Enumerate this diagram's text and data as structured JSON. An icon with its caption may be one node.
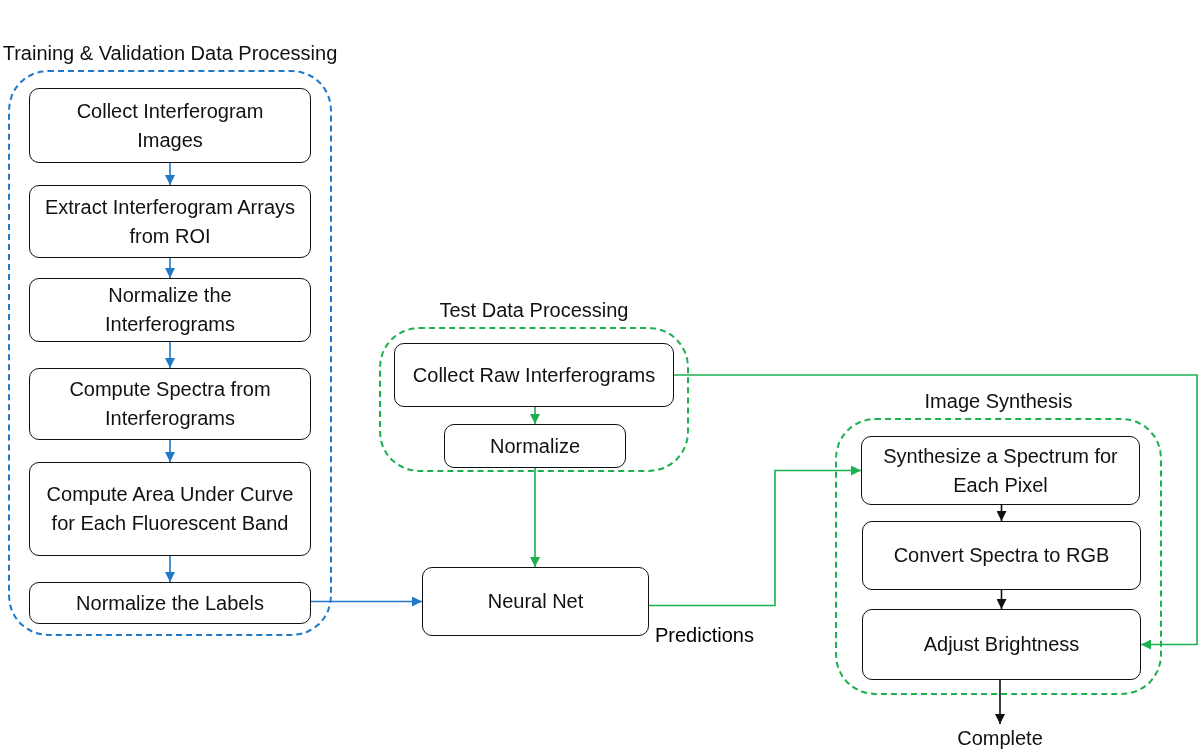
{
  "diagram": {
    "nodes": [
      {
        "text": [
          "Training & Validation Data Processing"
        ]
      },
      {
        "text": [
          "Collect Interferogram Images"
        ],
        "in": 0
      },
      {
        "text": [
          "Extract Interferogram Arrays from ROI"
        ],
        "in": 0
      },
      {
        "text": [
          "Normalize the Interferograms"
        ],
        "in": 0
      },
      {
        "text": [
          "Compute Spectra from Interferograms"
        ],
        "in": 0
      },
      {
        "text": [
          "Compute Area Under Curve for Each Fluorescent Band"
        ],
        "in": 0
      },
      {
        "text": [
          "Normalize the Labels"
        ],
        "in": 0
      },
      {
        "text": [
          "Test Data Processing"
        ]
      },
      {
        "text": [
          "Collect Raw Interferograms"
        ],
        "in": 7
      },
      {
        "text": [
          "Normalize"
        ],
        "in": 7
      },
      {
        "text": [
          "Neural Net"
        ]
      },
      {
        "text": [
          "Image Synthesis"
        ]
      },
      {
        "text": [
          "Synthesize a Spectrum for Each Pixel"
        ],
        "in": 11
      },
      {
        "text": [
          "Convert Spectra to RGB"
        ],
        "in": 11
      },
      {
        "text": [
          "Adjust Brightness"
        ],
        "in": 11
      },
      {
        "text": [
          "Complete"
        ]
      }
    ],
    "edges": [
      {
        "from": 1,
        "to": 2,
        "arrow": "to",
        "color": "#1f78c8"
      },
      {
        "from": 2,
        "to": 3,
        "arrow": "to",
        "color": "#1f78c8"
      },
      {
        "from": 3,
        "to": 4,
        "arrow": "to",
        "color": "#1f78c8"
      },
      {
        "from": 4,
        "to": 5,
        "arrow": "to",
        "color": "#1f78c8"
      },
      {
        "from": 5,
        "to": 6,
        "arrow": "to",
        "color": "#1f78c8"
      },
      {
        "from": 6,
        "to": 10,
        "arrow": "to",
        "color": "#1f78c8"
      },
      {
        "from": 8,
        "to": 9,
        "arrow": "to",
        "color": "#1cb050"
      },
      {
        "from": 9,
        "to": 10,
        "arrow": "to",
        "color": "#1cb050"
      },
      {
        "from": 10,
        "to": 12,
        "arrow": "to",
        "label": "Predictions",
        "color": "#1cb050"
      },
      {
        "from": 8,
        "to": 14,
        "arrow": "to",
        "color": "#1cb050"
      },
      {
        "from": 12,
        "to": 13,
        "arrow": "to",
        "color": "#111111"
      },
      {
        "from": 13,
        "to": 14,
        "arrow": "to",
        "color": "#111111"
      },
      {
        "from": 14,
        "to": 15,
        "arrow": "to",
        "color": "#111111"
      }
    ]
  }
}
